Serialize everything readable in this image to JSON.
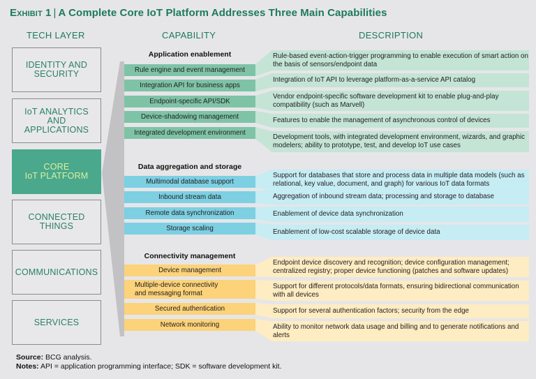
{
  "title": {
    "exhibit": "Exhibit 1",
    "separator": "|",
    "text": "A Complete Core IoT Platform Addresses Three Main Capabilities"
  },
  "column_headers": {
    "tech_layer": "TECH LAYER",
    "capability": "CAPABILITY",
    "description": "DESCRIPTION"
  },
  "tech_layers": [
    {
      "label": "IDENTITY AND\nSECURITY",
      "active": false
    },
    {
      "label": "IoT ANALYTICS\nAND\nAPPLICATIONS",
      "active": false
    },
    {
      "label": "CORE\nIoT PLATFORM",
      "active": true
    },
    {
      "label": "CONNECTED\nTHINGS",
      "active": false
    },
    {
      "label": "COMMUNICATIONS",
      "active": false
    },
    {
      "label": "SERVICES",
      "active": false
    }
  ],
  "groups": [
    {
      "title": "Application enablement",
      "color_capability": "#7fc3a7",
      "color_description": "#c4e4d6",
      "items": [
        {
          "capability": "Rule engine and event management",
          "description": "Rule-based event-action-trigger programming to enable execution of smart action on the basis of sensors/endpoint data"
        },
        {
          "capability": "Integration API for business apps",
          "description": "Integration of IoT API to leverage platform-as-a-service API catalog"
        },
        {
          "capability": "Endpoint-specific API/SDK",
          "description": "Vendor endpoint-specific software development kit to enable plug-and-play compatibility (such as Marvell)"
        },
        {
          "capability": "Device-shadowing management",
          "description": "Features to enable the management of asynchronous control of devices"
        },
        {
          "capability": "Integrated development environment",
          "description": "Development tools, with integrated development environment, wizards, and graphic modelers; ability to prototype, test, and develop IoT use cases"
        }
      ]
    },
    {
      "title": "Data aggregation and storage",
      "color_capability": "#7dcfe2",
      "color_description": "#c6ecf4",
      "items": [
        {
          "capability": "Multimodal database support",
          "description": "Support for databases that store and process data in multiple data models (such as relational, key value, document, and graph) for various IoT data formats"
        },
        {
          "capability": "Inbound stream data",
          "description": "Aggregation of inbound stream data; processing and storage to database"
        },
        {
          "capability": "Remote data synchronization",
          "description": "Enablement of device data synchronization"
        },
        {
          "capability": "Storage scaling",
          "description": "Enablement of low-cost scalable storage of device data"
        }
      ]
    },
    {
      "title": "Connectivity management",
      "color_capability": "#fcd27a",
      "color_description": "#feecc2",
      "items": [
        {
          "capability": "Device management",
          "description": "Endpoint device discovery and recognition; device configuration management; centralized registry; proper device functioning (patches and software updates)"
        },
        {
          "capability": "Multiple-device connectivity\nand messaging format",
          "description": "Support for different protocols/data formats, ensuring bidirectional communication with all devices"
        },
        {
          "capability": "Secured authentication",
          "description": "Support for several authentication factors; security from the edge"
        },
        {
          "capability": "Network monitoring",
          "description": "Ability to monitor network data usage and billing and to generate notifications and alerts"
        }
      ]
    }
  ],
  "footer": {
    "source_label": "Source:",
    "source_text": " BCG analysis.",
    "notes_label": "Notes:",
    "notes_text": " API = application programming interface; SDK = software development kit."
  }
}
